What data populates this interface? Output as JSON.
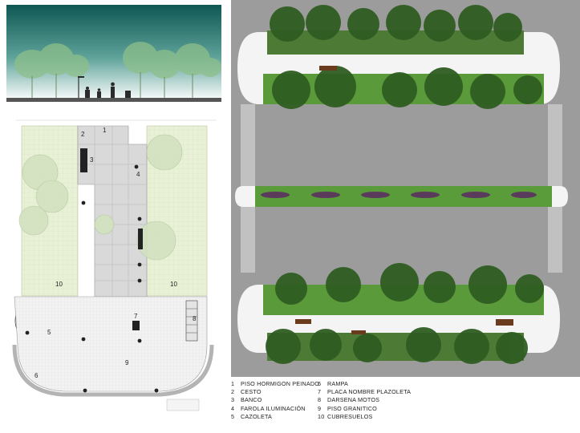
{
  "plan_labels": {
    "n1": "1",
    "n2": "2",
    "n3": "3",
    "n4": "4",
    "n5": "5",
    "n6": "6",
    "n7": "7",
    "n8": "8",
    "n9": "9",
    "n10a": "10",
    "n10b": "10"
  },
  "legend": {
    "items": [
      {
        "num": "1",
        "text": "PISO HORMIGON PEINADO"
      },
      {
        "num": "2",
        "text": "CESTO"
      },
      {
        "num": "3",
        "text": "BANCO"
      },
      {
        "num": "4",
        "text": "FAROLA ILUMINACIÓN"
      },
      {
        "num": "5",
        "text": "CAZOLETA"
      },
      {
        "num": "6",
        "text": "RAMPA"
      },
      {
        "num": "7",
        "text": "PLACA NOMBRE PLAZOLETA"
      },
      {
        "num": "8",
        "text": "DARSENA MOTOS"
      },
      {
        "num": "9",
        "text": "PISO GRANITICO"
      },
      {
        "num": "10",
        "text": "CUBRESUELOS"
      }
    ]
  },
  "colors": {
    "sky_top": "#0f5a56",
    "sky_bottom": "#ffffff",
    "lawn": "#e6efd4",
    "paving": "#dcdcdc",
    "road": "#9c9c9c",
    "grass": "#4f8e34",
    "tree_dark": "#2f5d22"
  }
}
